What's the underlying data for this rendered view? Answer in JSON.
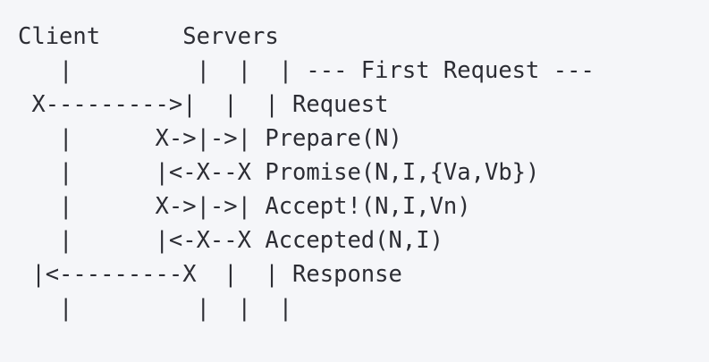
{
  "diagram": {
    "title": "Paxos protocol message sequence (ASCII art)",
    "kind": "sequence-diagram",
    "background_color": "#f5f6f9",
    "text_color": "#2c2d34",
    "columns": {
      "client_label": "Client",
      "servers_label": "Servers",
      "client_lifeline_col": 3,
      "server_lifeline_cols": [
        13,
        16,
        19
      ],
      "message_label_col": 22
    },
    "header_row": "Client      Servers",
    "lines": [
      "Client      Servers",
      "   |         |  |  | --- First Request ---",
      " X--------->|  |  | Request",
      "   |      X->|->| Prepare(N)",
      "   |      |<-X--X Promise(N,I,{Va,Vb})",
      "   |      X->|->| Accept!(N,I,Vn)",
      "   |      |<-X--X Accepted(N,I)",
      " |<---------X  |  | Response",
      "   |         |  |  |"
    ],
    "rows": [
      {
        "name": "header",
        "art": "Client      Servers",
        "label": ""
      },
      {
        "name": "first-request-banner",
        "art": "   |         |  |  |",
        "label": "--- First Request ---"
      },
      {
        "name": "client-request",
        "art": " X--------->|  |  |",
        "label": "Request"
      },
      {
        "name": "prepare",
        "art": "   |      X->|->|",
        "label": "Prepare(N)"
      },
      {
        "name": "promise",
        "art": "   |      |<-X--X",
        "label": "Promise(N,I,{Va,Vb})"
      },
      {
        "name": "accept",
        "art": "   |      X->|->|",
        "label": "Accept!(N,I,Vn)"
      },
      {
        "name": "accepted",
        "art": "   |      |<-X--X",
        "label": "Accepted(N,I)"
      },
      {
        "name": "client-response",
        "art": " |<---------X  |  |",
        "label": "Response"
      },
      {
        "name": "trailing-lifelines",
        "art": "   |         |  |  |",
        "label": ""
      }
    ],
    "messages": [
      "--- First Request ---",
      "Request",
      "Prepare(N)",
      "Promise(N,I,{Va,Vb})",
      "Accept!(N,I,Vn)",
      "Accepted(N,I)",
      "Response"
    ],
    "full_text": "Client      Servers\n   |         |  |  | --- First Request ---\n X--------->|  |  | Request\n   |      X->|->| Prepare(N)\n   |      |<-X--X Promise(N,I,{Va,Vb})\n   |      X->|->| Accept!(N,I,Vn)\n   |      |<-X--X Accepted(N,I)\n |<---------X  |  | Response\n   |         |  |  |"
  }
}
